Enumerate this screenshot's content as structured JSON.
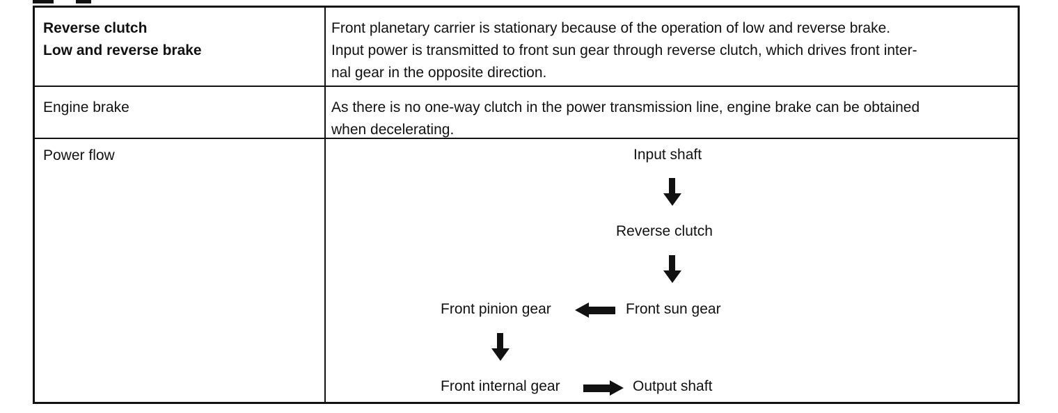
{
  "rows": [
    {
      "left_lines": [
        "Reverse clutch",
        "Low and reverse brake"
      ],
      "right_lines": [
        "Front planetary carrier is stationary because of the operation of low and reverse brake.",
        "Input power is transmitted to front sun gear through reverse clutch, which drives front inter-",
        "nal gear in the opposite direction."
      ]
    },
    {
      "left_lines": [
        "Engine brake"
      ],
      "right_lines": [
        "As there is no one-way clutch in the power transmission line, engine brake can be obtained",
        "when decelerating."
      ]
    },
    {
      "left_lines": [
        "Power flow"
      ]
    }
  ],
  "power_flow": {
    "input_shaft": "Input shaft",
    "reverse_clutch": "Reverse clutch",
    "front_sun_gear": "Front sun gear",
    "front_pinion_gear": "Front pinion gear",
    "front_internal_gear": "Front internal gear",
    "output_shaft": "Output shaft"
  }
}
